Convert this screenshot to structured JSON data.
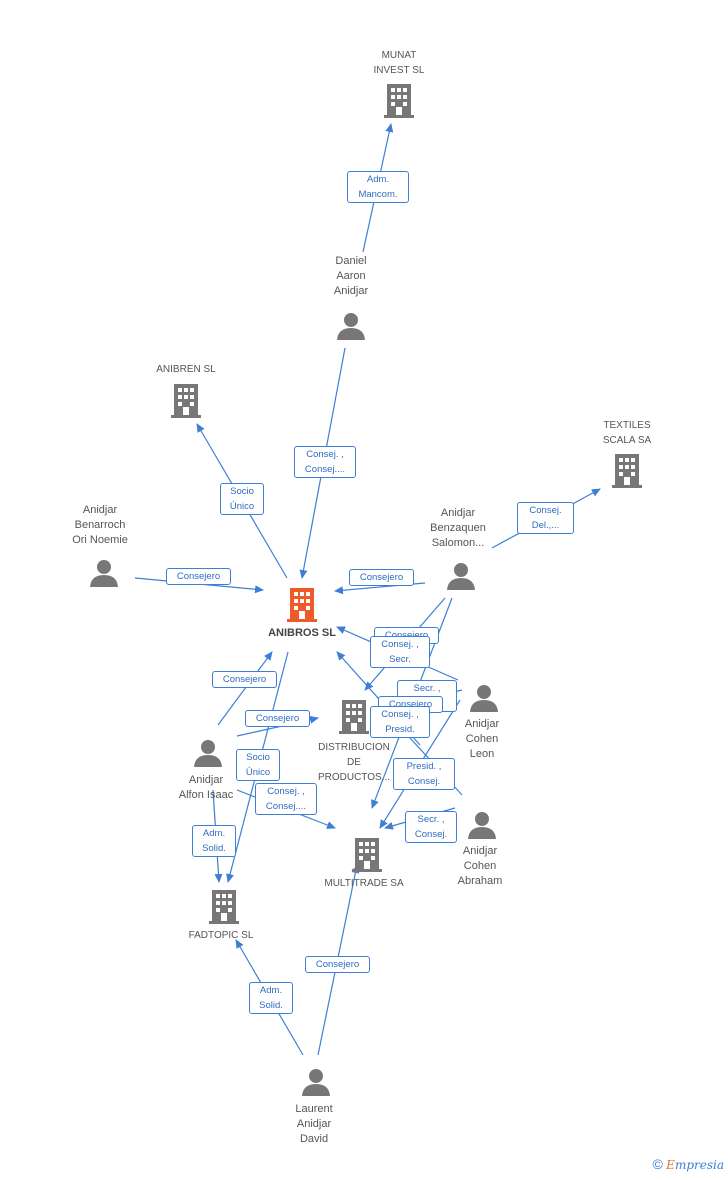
{
  "colors": {
    "edge": "#3d7fd6",
    "node": "#777777",
    "main_node": "#f05a28",
    "label_text": "#555555"
  },
  "nodes": {
    "munat": {
      "label": "MUNAT\nINVEST SL",
      "kind": "company",
      "icon": "building-icon"
    },
    "daniel": {
      "label": "Daniel\nAaron\nAnidjar",
      "kind": "person",
      "icon": "person-icon"
    },
    "anibren": {
      "label": "ANIBREN  SL",
      "kind": "company",
      "icon": "building-icon"
    },
    "textiles": {
      "label": "TEXTILES\nSCALA SA",
      "kind": "company",
      "icon": "building-icon"
    },
    "benarroch": {
      "label": "Anidjar\nBenarroch\nOri Noemie",
      "kind": "person",
      "icon": "person-icon"
    },
    "benzaquen": {
      "label": "Anidjar\nBenzaquen\nSalomon...",
      "kind": "person",
      "icon": "person-icon"
    },
    "anibros": {
      "label": "ANIBROS SL",
      "kind": "main",
      "icon": "building-icon"
    },
    "cohenleon": {
      "label": "Anidjar\nCohen\nLeon",
      "kind": "person",
      "icon": "person-icon"
    },
    "distribucion": {
      "label": "DISTRIBUCION\nDE\nPRODUCTOS...",
      "kind": "company",
      "icon": "building-icon"
    },
    "alfon": {
      "label": "Anidjar\nAlfon Isaac",
      "kind": "person",
      "icon": "person-icon"
    },
    "cohenabraham": {
      "label": "Anidjar\nCohen\nAbraham",
      "kind": "person",
      "icon": "person-icon"
    },
    "multitrade": {
      "label": "MULTITRADE SA",
      "kind": "company",
      "icon": "building-icon"
    },
    "fadtopic": {
      "label": "FADTOPIC SL",
      "kind": "company",
      "icon": "building-icon"
    },
    "laurent": {
      "label": "Laurent\nAnidjar\nDavid",
      "kind": "person",
      "icon": "person-icon"
    }
  },
  "edge_labels": {
    "e1": "Adm.\nMancom.",
    "e2": "Consej. ,\nConsej....",
    "e3": "Socio\nÚnico",
    "e4": "Consejero",
    "e5": "Consej.\nDel.,...",
    "e6": "Consejero",
    "e7": "Consejero",
    "e8": "Consej. ,\nSecr.",
    "e9": "Secr. ,\nConsej.",
    "e10": "Consejero",
    "e11": "Consej. ,\nPresid.",
    "e12": "Consejero",
    "e13": "Consejero",
    "e14": "Socio\nÚnico",
    "e15": "Presid. ,\nConsej.",
    "e16": "Consej. ,\nConsej....",
    "e17": "Adm.\nSolid.",
    "e18": "Secr. ,\nConsej.",
    "e19": "Adm.\nSolid.",
    "e20": "Consejero"
  },
  "footer": {
    "copyright": "©",
    "brand_first": "E",
    "brand_rest": "mpresia"
  }
}
